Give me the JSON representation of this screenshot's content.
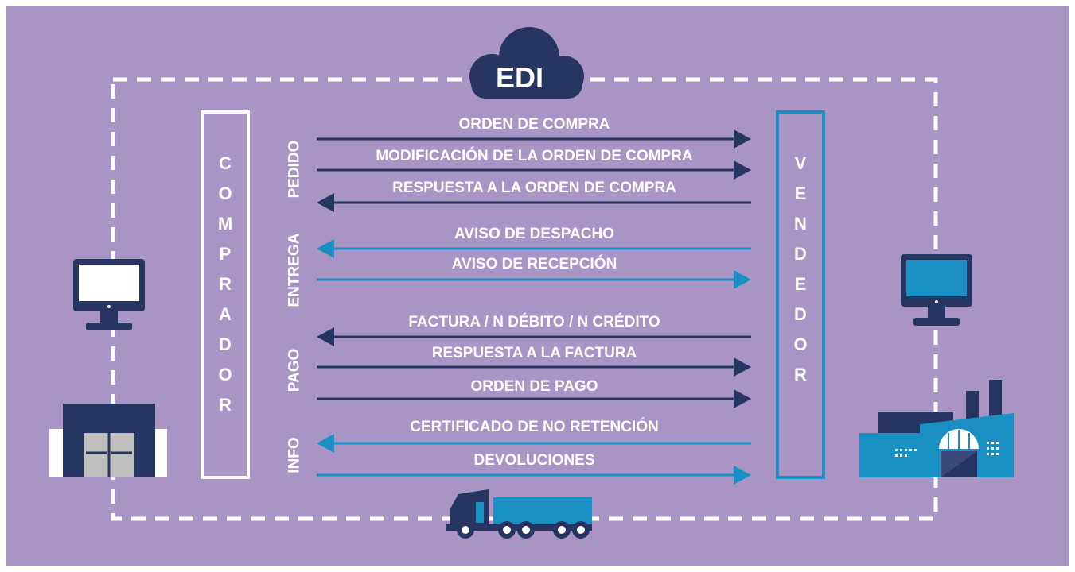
{
  "edi_label": "EDI",
  "buyer": {
    "letters": [
      "C",
      "O",
      "M",
      "P",
      "R",
      "A",
      "D",
      "O",
      "R"
    ]
  },
  "seller": {
    "letters": [
      "V",
      "E",
      "N",
      "D",
      "E",
      "D",
      "O",
      "R"
    ]
  },
  "groups": [
    {
      "label": "PEDIDO"
    },
    {
      "label": "ENTREGA"
    },
    {
      "label": "PAGO"
    },
    {
      "label": "INFO"
    }
  ],
  "messages": [
    {
      "text": "ORDEN DE COMPRA",
      "direction": "right",
      "color": "#263561"
    },
    {
      "text": "MODIFICACIÓN DE LA ORDEN DE COMPRA",
      "direction": "right",
      "color": "#263561"
    },
    {
      "text": "RESPUESTA A LA ORDEN DE COMPRA",
      "direction": "left",
      "color": "#263561"
    },
    {
      "text": "AVISO DE DESPACHO",
      "direction": "left",
      "color": "#1a8fc4"
    },
    {
      "text": "AVISO DE RECEPCIÓN",
      "direction": "right",
      "color": "#1a8fc4"
    },
    {
      "text": "FACTURA / N DÉBITO / N CRÉDITO",
      "direction": "left",
      "color": "#263561"
    },
    {
      "text": "RESPUESTA A LA FACTURA",
      "direction": "right",
      "color": "#263561"
    },
    {
      "text": "ORDEN DE PAGO",
      "direction": "right",
      "color": "#263561"
    },
    {
      "text": "CERTIFICADO DE NO RETENCIÓN",
      "direction": "left",
      "color": "#1a8fc4"
    },
    {
      "text": "DEVOLUCIONES",
      "direction": "right",
      "color": "#1a8fc4"
    }
  ],
  "icons": [
    "cloud-icon",
    "buyer-computer-icon",
    "store-icon",
    "seller-computer-icon",
    "factory-icon",
    "truck-icon"
  ],
  "colors": {
    "background": "#a995c5",
    "navy": "#263561",
    "blue": "#1a8fc4",
    "white": "#ffffff"
  }
}
